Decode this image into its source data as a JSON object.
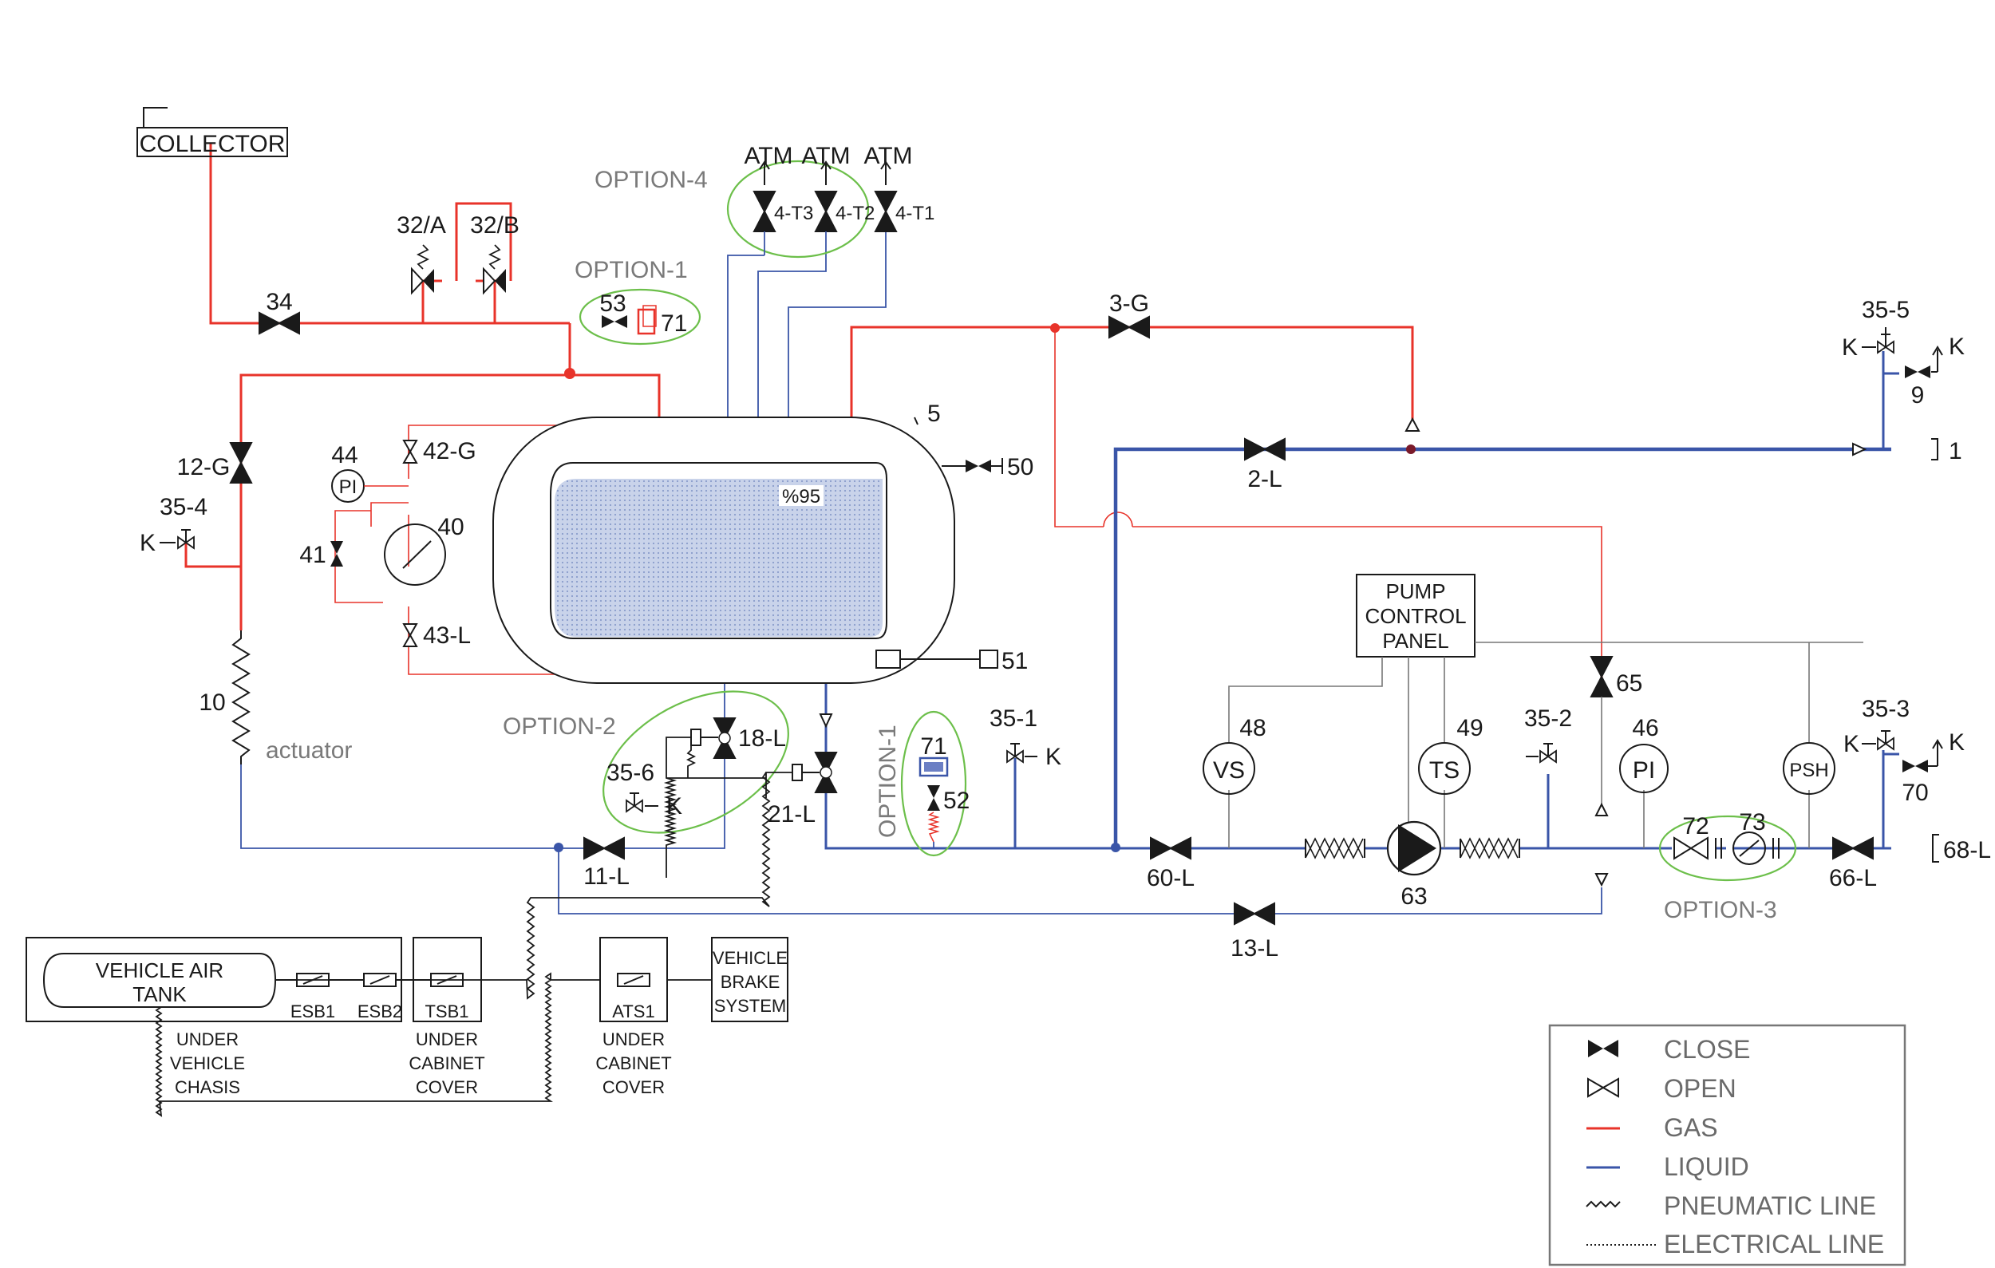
{
  "colors": {
    "gas": "#e8332a",
    "liquid": "#3a55a8",
    "option_ring": "#6cbf4a",
    "line": "#1a1a1a"
  },
  "labels": {
    "collector": "COLLECTOR",
    "v32a": "32/A",
    "v32b": "32/B",
    "v34": "34",
    "opt4": "OPTION-4",
    "atm": "ATM",
    "t3": "4-T3",
    "t2": "4-T2",
    "t1": "4-T1",
    "opt1_top": "OPTION-1",
    "v53": "53",
    "v71": "71",
    "v3g": "3-G",
    "v355": "35-5",
    "k": "K",
    "v9": "9",
    "v1": "1",
    "v12g": "12-G",
    "v354": "35-4",
    "v44": "44",
    "pi": "PI",
    "v42g": "42-G",
    "v40": "40",
    "v41": "41",
    "v43l": "43-L",
    "v5": "5",
    "v50": "50",
    "pct": "%95",
    "v2l": "2-L",
    "v51": "51",
    "v10": "10",
    "actuator": "actuator",
    "opt2": "OPTION-2",
    "v18l": "18-L",
    "v356": "35-6",
    "v21l": "21-L",
    "v11l": "11-L",
    "opt1_mid": "OPTION-1",
    "v52": "52",
    "v351": "35-1",
    "pump_panel": [
      "PUMP",
      "CONTROL",
      "PANEL"
    ],
    "v65": "65",
    "v48": "48",
    "vs": "VS",
    "v49": "49",
    "ts": "TS",
    "v352": "35-2",
    "v46": "46",
    "psh": "PSH",
    "v353": "35-3",
    "v70": "70",
    "v60l": "60-L",
    "v63": "63",
    "v72": "72",
    "v73": "73",
    "opt3": "OPTION-3",
    "v66l": "66-L",
    "v68l": "68-L",
    "v13l": "13-L",
    "vat": [
      "VEHICLE AIR",
      "TANK"
    ],
    "esb1": "ESB1",
    "esb2": "ESB2",
    "tsb1": "TSB1",
    "ats1": "ATS1",
    "vbs": [
      "VEHICLE",
      "BRAKE",
      "SYSTEM"
    ],
    "under_vehicle": [
      "UNDER",
      "VEHICLE",
      "CHASIS"
    ],
    "under_cabinet1": [
      "UNDER",
      "CABINET",
      "COVER"
    ],
    "under_cabinet2": [
      "UNDER",
      "CABINET",
      "COVER"
    ]
  },
  "legend": {
    "close": "CLOSE",
    "open": "OPEN",
    "gas": "GAS",
    "liquid": "LIQUID",
    "pneumatic": "PNEUMATIC LINE",
    "electrical": "ELECTRICAL LINE"
  }
}
